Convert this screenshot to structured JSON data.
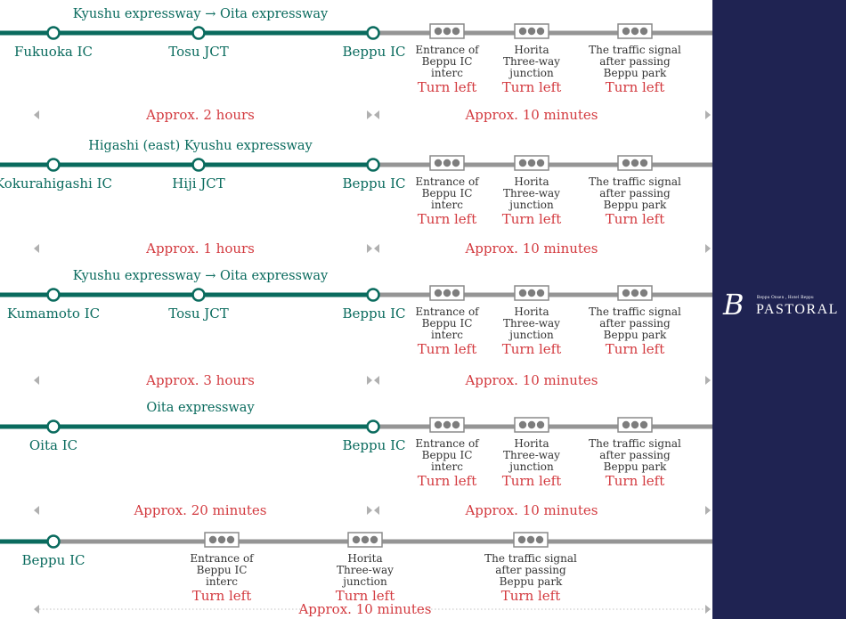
{
  "colors": {
    "expressway": "#0a6b5e",
    "local_road": "#959595",
    "turn_text": "#d33a3f",
    "duration_text": "#d33a3f",
    "arrow": "#b0b0b0",
    "sidebar": "#1f2352"
  },
  "icons": {
    "traffic_signal": "traffic-signal-icon"
  },
  "brand": {
    "mark": "B",
    "sub": "Beppu Onsen , Hotel Beppu",
    "name": "PASTORAL"
  },
  "routes": [
    {
      "expressway": "Kyushu expressway → Oita expressway",
      "stops": [
        "Fukuoka IC",
        "Tosu JCT",
        "Beppu IC"
      ],
      "signals": [
        {
          "label": [
            "Entrance of",
            "Beppu IC",
            "interc"
          ],
          "action": "Turn left"
        },
        {
          "label": [
            "Horita",
            "Three-way",
            "junction"
          ],
          "action": "Turn left"
        },
        {
          "label": [
            "The traffic signal",
            "after passing",
            "Beppu park"
          ],
          "action": "Turn left"
        }
      ],
      "durations": [
        "Approx. 2 hours",
        "Approx. 10 minutes"
      ]
    },
    {
      "expressway": "Higashi (east) Kyushu expressway",
      "stops": [
        "Kokurahigashi IC",
        "Hiji JCT",
        "Beppu IC"
      ],
      "signals": [
        {
          "label": [
            "Entrance of",
            "Beppu IC",
            "interc"
          ],
          "action": "Turn left"
        },
        {
          "label": [
            "Horita",
            "Three-way",
            "junction"
          ],
          "action": "Turn left"
        },
        {
          "label": [
            "The traffic signal",
            "after passing",
            "Beppu park"
          ],
          "action": "Turn left"
        }
      ],
      "durations": [
        "Approx. 1 hours",
        "Approx. 10 minutes"
      ]
    },
    {
      "expressway": "Kyushu expressway → Oita expressway",
      "stops": [
        "Kumamoto IC",
        "Tosu JCT",
        "Beppu IC"
      ],
      "signals": [
        {
          "label": [
            "Entrance of",
            "Beppu IC",
            "interc"
          ],
          "action": "Turn left"
        },
        {
          "label": [
            "Horita",
            "Three-way",
            "junction"
          ],
          "action": "Turn left"
        },
        {
          "label": [
            "The traffic signal",
            "after passing",
            "Beppu park"
          ],
          "action": "Turn left"
        }
      ],
      "durations": [
        "Approx. 3 hours",
        "Approx. 10 minutes"
      ]
    },
    {
      "expressway": "Oita expressway",
      "stops": [
        "Oita IC",
        "Beppu IC"
      ],
      "signals": [
        {
          "label": [
            "Entrance of",
            "Beppu IC",
            "interc"
          ],
          "action": "Turn left"
        },
        {
          "label": [
            "Horita",
            "Three-way",
            "junction"
          ],
          "action": "Turn left"
        },
        {
          "label": [
            "The traffic signal",
            "after passing",
            "Beppu park"
          ],
          "action": "Turn left"
        }
      ],
      "durations": [
        "Approx. 20 minutes",
        "Approx. 10 minutes"
      ]
    },
    {
      "expressway": "",
      "stops": [
        "Beppu IC"
      ],
      "signals": [
        {
          "label": [
            "Entrance of",
            "Beppu IC",
            "interc"
          ],
          "action": "Turn left"
        },
        {
          "label": [
            "Horita",
            "Three-way",
            "junction"
          ],
          "action": "Turn left"
        },
        {
          "label": [
            "The traffic signal",
            "after passing",
            "Beppu park"
          ],
          "action": "Turn left"
        }
      ],
      "durations": [
        "Approx. 10 minutes"
      ]
    }
  ]
}
